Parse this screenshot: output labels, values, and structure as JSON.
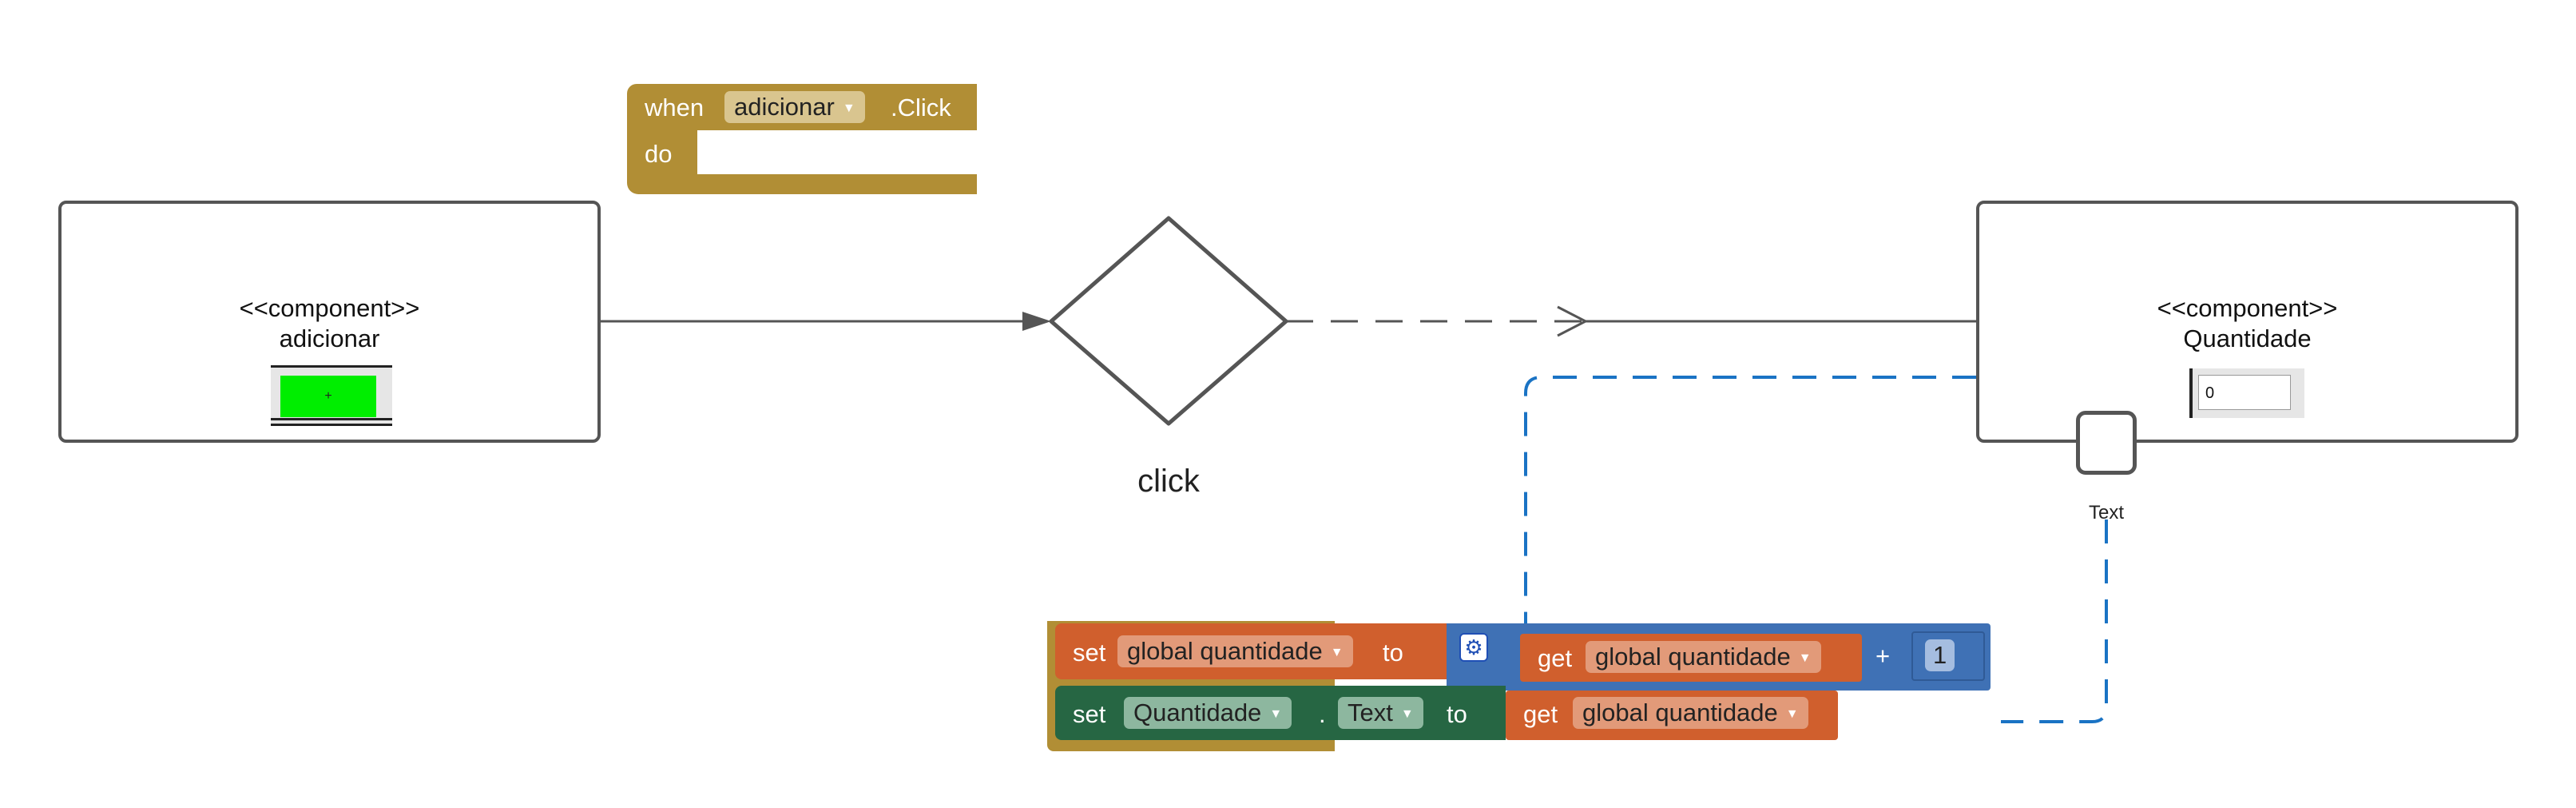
{
  "left_component": {
    "stereotype": "<<component>>",
    "name": "adicionar",
    "widget_text": "+"
  },
  "right_component": {
    "stereotype": "<<component>>",
    "name": "Quantidade",
    "field_value": "0",
    "port_label": "Text"
  },
  "event_node": {
    "label": "click"
  },
  "event_block": {
    "when": "when",
    "component": "adicionar",
    "event": ".Click",
    "do": "do"
  },
  "set_variable_block": {
    "set": "set",
    "variable": "global quantidade",
    "to": "to",
    "get": "get",
    "get_variable": "global quantidade",
    "operator": "+",
    "number": "1"
  },
  "set_property_block": {
    "set": "set",
    "component": "Quantidade",
    "dot": ".",
    "property": "Text",
    "to": "to",
    "get": "get",
    "get_variable": "global quantidade"
  },
  "colors": {
    "event_block": "#b18e35",
    "variable_block": "#d05f2d",
    "math_block": "#3f71b5",
    "component_block": "#266643",
    "wire": "#555555",
    "dashed_link": "#1a73c4"
  },
  "icons": [
    "dropdown-arrow-icon",
    "mutator-gear-icon"
  ]
}
